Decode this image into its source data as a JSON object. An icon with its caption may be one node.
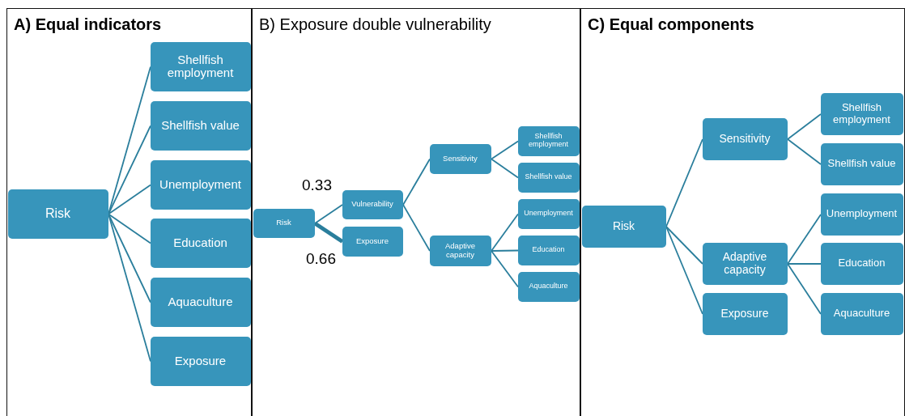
{
  "diagram": {
    "nodes": [
      {
        "text": [
          "A) Equal indicators"
        ]
      },
      {
        "text": [
          "Risk"
        ],
        "in": 0
      },
      {
        "text": [
          "Shellfish employment"
        ],
        "in": 0
      },
      {
        "text": [
          "Shellfish value"
        ],
        "in": 0
      },
      {
        "text": [
          "Unemployment"
        ],
        "in": 0
      },
      {
        "text": [
          "Education"
        ],
        "in": 0
      },
      {
        "text": [
          "Aquaculture"
        ],
        "in": 0
      },
      {
        "text": [
          "Exposure"
        ],
        "in": 0
      },
      {
        "text": [
          "B) Exposure double vulnerability"
        ]
      },
      {
        "text": [
          "Risk"
        ],
        "in": 8
      },
      {
        "text": [
          "Vulnerability"
        ],
        "in": 8
      },
      {
        "text": [
          "Exposure"
        ],
        "in": 8
      },
      {
        "text": [
          "Sensitivity"
        ],
        "in": 8
      },
      {
        "text": [
          "Adaptive capacity"
        ],
        "in": 8
      },
      {
        "text": [
          "Shellfish employment"
        ],
        "in": 8
      },
      {
        "text": [
          "Shellfish value"
        ],
        "in": 8
      },
      {
        "text": [
          "Unemployment"
        ],
        "in": 8
      },
      {
        "text": [
          "Education"
        ],
        "in": 8
      },
      {
        "text": [
          "Aquaculture"
        ],
        "in": 8
      },
      {
        "text": [
          "C) Equal components"
        ]
      },
      {
        "text": [
          "Risk"
        ],
        "in": 19
      },
      {
        "text": [
          "Sensitivity"
        ],
        "in": 19
      },
      {
        "text": [
          "Adaptive capacity"
        ],
        "in": 19
      },
      {
        "text": [
          "Exposure"
        ],
        "in": 19
      },
      {
        "text": [
          "Shellfish employment"
        ],
        "in": 19
      },
      {
        "text": [
          "Shellfish value"
        ],
        "in": 19
      },
      {
        "text": [
          "Unemployment"
        ],
        "in": 19
      },
      {
        "text": [
          "Education"
        ],
        "in": 19
      },
      {
        "text": [
          "Aquaculture"
        ],
        "in": 19
      }
    ],
    "edges": [
      {
        "from": 1,
        "to": 2,
        "arrow": "none"
      },
      {
        "from": 1,
        "to": 3,
        "arrow": "none"
      },
      {
        "from": 1,
        "to": 4,
        "arrow": "none"
      },
      {
        "from": 1,
        "to": 5,
        "arrow": "none"
      },
      {
        "from": 1,
        "to": 6,
        "arrow": "none"
      },
      {
        "from": 1,
        "to": 7,
        "arrow": "none"
      },
      {
        "from": 9,
        "to": 10,
        "arrow": "none",
        "label": "0.33"
      },
      {
        "from": 9,
        "to": 11,
        "arrow": "none",
        "label": "0.66",
        "style": "thick"
      },
      {
        "from": 10,
        "to": 12,
        "arrow": "none"
      },
      {
        "from": 10,
        "to": 13,
        "arrow": "none"
      },
      {
        "from": 12,
        "to": 14,
        "arrow": "none"
      },
      {
        "from": 12,
        "to": 15,
        "arrow": "none"
      },
      {
        "from": 13,
        "to": 16,
        "arrow": "none"
      },
      {
        "from": 13,
        "to": 17,
        "arrow": "none"
      },
      {
        "from": 13,
        "to": 18,
        "arrow": "none"
      },
      {
        "from": 20,
        "to": 21,
        "arrow": "none"
      },
      {
        "from": 20,
        "to": 22,
        "arrow": "none"
      },
      {
        "from": 20,
        "to": 23,
        "arrow": "none"
      },
      {
        "from": 21,
        "to": 24,
        "arrow": "none"
      },
      {
        "from": 21,
        "to": 25,
        "arrow": "none"
      },
      {
        "from": 22,
        "to": 26,
        "arrow": "none"
      },
      {
        "from": 22,
        "to": 27,
        "arrow": "none"
      },
      {
        "from": 22,
        "to": 28,
        "arrow": "none"
      }
    ]
  }
}
